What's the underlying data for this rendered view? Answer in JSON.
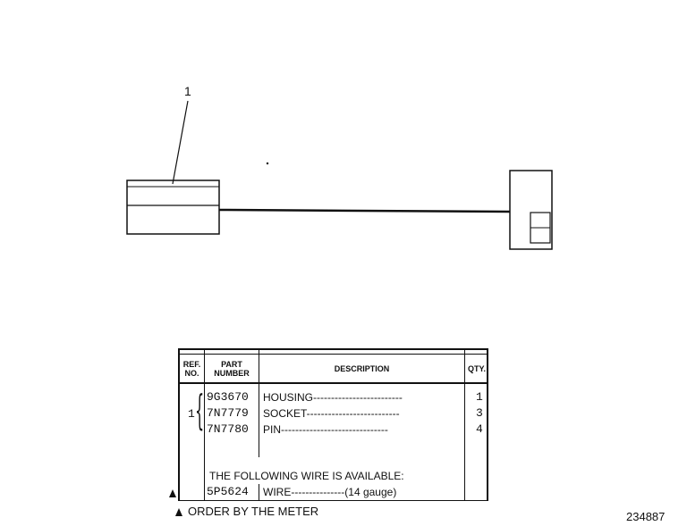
{
  "diagram": {
    "callout_label": "1"
  },
  "table": {
    "headers": {
      "ref_line1": "REF.",
      "ref_line2": "NO.",
      "part_line1": "PART",
      "part_line2": "NUMBER",
      "description": "DESCRIPTION",
      "qty": "QTY."
    },
    "ref_no": "1",
    "rows": [
      {
        "part": "9G3670",
        "description": "HOUSING-------------------------",
        "qty": "1"
      },
      {
        "part": "7N7779",
        "description": "SOCKET--------------------------",
        "qty": "3"
      },
      {
        "part": "7N7780",
        "description": "PIN------------------------------",
        "qty": "4"
      }
    ],
    "wire_note": "THE FOLLOWING WIRE IS AVAILABLE:",
    "wire_row": {
      "part": "5P5624",
      "description": "WIRE---------------(14 gauge)",
      "qty": ""
    }
  },
  "footnote": "ORDER BY THE METER",
  "figure_number": "234887"
}
